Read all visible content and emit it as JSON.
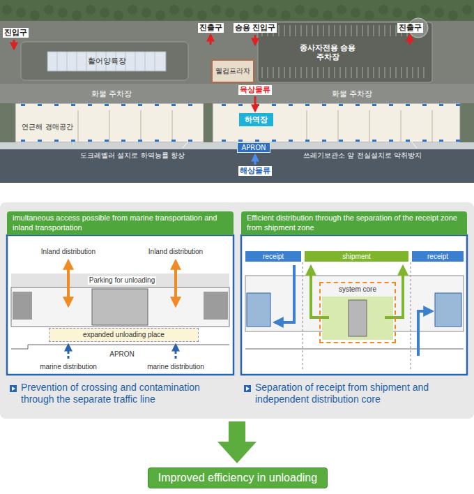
{
  "diagram": {
    "nodes": [
      {
        "text": [
          "하역장"
        ]
      },
      {
        "text": [
          "APRON"
        ]
      },
      {
        "text": [
          "imultaneous access possible from marine transportation and inland transportation"
        ]
      },
      {
        "text": [
          "expanded unloading place"
        ]
      },
      {
        "text": [
          "Efficient distribution through the separation of the receipt zone from shipment zone"
        ]
      },
      {
        "text": [
          "receipt"
        ]
      },
      {
        "text": [
          "shipment"
        ]
      },
      {
        "text": [
          "receipt"
        ]
      },
      {
        "text": [
          "system core"
        ]
      },
      {
        "text": [
          "Improved efficiency in unloading"
        ]
      }
    ],
    "labels": [
      "진입구",
      "진출구",
      "승용 진입구",
      "진출구",
      "활어양륙장",
      "웰컴프라자",
      "종사자전용 승용 주차장",
      "화물 주차장",
      "화물 주차장",
      "육상물류",
      "연근해 경매공간",
      "도크레벨러 설치로 하역능률 향상",
      "쓰레기보관소 앞 전실설치로 악취방지",
      "해상물류",
      "Inland distribution",
      "Inland distribution",
      "Parking for unloading",
      "APRON",
      "marine distribution",
      "marine distribution",
      "Prevention of crossing and contamination through the separate traffic line",
      "Separation of receipt from shipment and independent distribution core"
    ]
  }
}
